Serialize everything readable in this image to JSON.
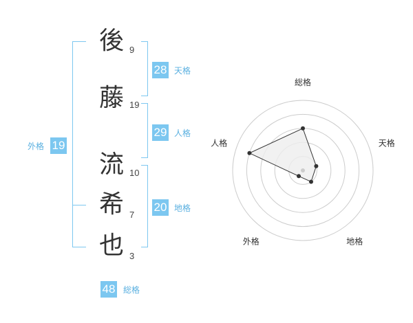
{
  "name": {
    "chars": [
      {
        "char": "後",
        "strokes": "9"
      },
      {
        "char": "藤",
        "strokes": "19"
      },
      {
        "char": "流",
        "strokes": "10"
      },
      {
        "char": "希",
        "strokes": "7"
      },
      {
        "char": "也",
        "strokes": "3"
      }
    ]
  },
  "fortunes": {
    "tenkaku": {
      "value": "28",
      "label": "天格"
    },
    "jinkaku": {
      "value": "29",
      "label": "人格"
    },
    "chikaku": {
      "value": "20",
      "label": "地格"
    },
    "gaikaku": {
      "value": "19",
      "label": "外格"
    },
    "soukaku": {
      "value": "48",
      "label": "総格"
    }
  },
  "chart_data": {
    "type": "radar",
    "axes": [
      "総格",
      "天格",
      "地格",
      "外格",
      "人格"
    ],
    "values": [
      3,
      1,
      1,
      0.5,
      4
    ],
    "range": [
      0,
      5
    ],
    "rings": 5,
    "colors": {
      "accent": "#7cc7f0",
      "fill": "#eeeeee",
      "line": "#333333",
      "ring": "#cccccc"
    }
  }
}
